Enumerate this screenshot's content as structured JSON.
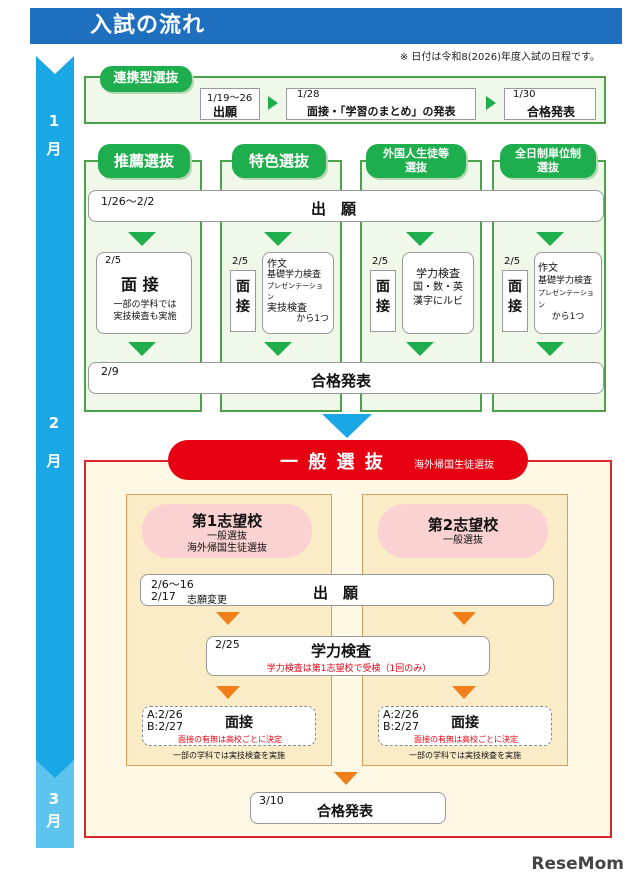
{
  "header": {
    "title": "入試の流れ"
  },
  "note": "※ 日付は令和8(2026)年度入試の日程です。",
  "timeline": {
    "jan": [
      "1",
      "月"
    ],
    "feb": [
      "2",
      "月"
    ],
    "mar": [
      "3",
      "月"
    ]
  },
  "rentai": {
    "title": "連携型選抜",
    "steps": [
      {
        "date": "1/19～26",
        "label": "出願"
      },
      {
        "date": "1/28",
        "label": "面接・「学習のまとめ」の発表"
      },
      {
        "date": "1/30",
        "label": "合格発表"
      }
    ]
  },
  "columns": [
    {
      "title": "推薦選抜"
    },
    {
      "title": "特色選抜"
    },
    {
      "title_l1": "外国人生徒等",
      "title_l2": "選抜"
    },
    {
      "title_l1": "全日制単位制",
      "title_l2": "選抜"
    }
  ],
  "shutsugan1": {
    "date": "1/26～2/2",
    "label": "出　願"
  },
  "mensetsu": {
    "suisen": {
      "date": "2/5",
      "title": "面 接",
      "note_l1": "一部の学科では",
      "note_l2": "実技検査も実施"
    },
    "tokushoku": {
      "date": "2/5",
      "label_l1": "面",
      "label_l2": "接",
      "options": [
        "作文",
        "基礎学力検査",
        "プレゼンテーション",
        "実技検査",
        "から1つ"
      ]
    },
    "gaikoku": {
      "date": "2/5",
      "label_l1": "面",
      "label_l2": "接",
      "options": [
        "学力検査",
        "国・数・英",
        "漢字にルビ"
      ]
    },
    "tani": {
      "date": "2/5",
      "label_l1": "面",
      "label_l2": "接",
      "options": [
        "作文",
        "基礎学力検査",
        "プレゼンテーション",
        "から1つ"
      ]
    }
  },
  "goukaku1": {
    "date": "2/9",
    "label": "合格発表"
  },
  "ippan": {
    "title": "一 般 選 抜",
    "subtitle": "海外帰国生徒選抜"
  },
  "dai1": {
    "title": "第1志望校",
    "sub_l1": "一般選抜",
    "sub_l2": "海外帰国生徒選抜"
  },
  "dai2": {
    "title": "第2志望校",
    "sub_l1": "一般選抜"
  },
  "shutsugan2": {
    "date1": "2/6～16",
    "date2": "2/17",
    "date2_note": "志願変更",
    "label": "出　願"
  },
  "gakuryoku": {
    "date": "2/25",
    "title": "学力検査",
    "note": "学力検査は第1志望校で受検（1回のみ）"
  },
  "mensetsu2": {
    "dateA": "A:2/26",
    "dateB": "B:2/27",
    "title": "面接",
    "note": "面接の有無は高校ごとに決定",
    "below": "一部の学科では実技検査を実施"
  },
  "goukaku2": {
    "date": "3/10",
    "label": "合格発表"
  },
  "watermark": "ReseMom"
}
